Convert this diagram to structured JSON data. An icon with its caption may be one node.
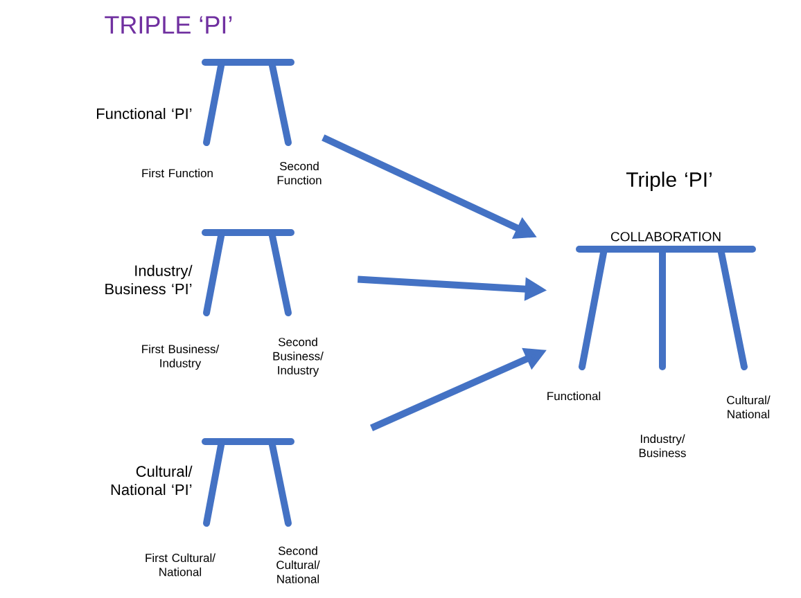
{
  "diagram": {
    "title": "TRIPLE ‘PI’",
    "nodes": [
      {
        "text": [],
        "shape": "stool",
        "beside": [
          "Functional ‘PI’",
          "First Function",
          "Second Function"
        ]
      },
      {
        "text": [],
        "shape": "stool",
        "beside": [
          "Industry/ Business ‘PI’",
          "First Business/ Industry",
          "Second Business/ Industry"
        ]
      },
      {
        "text": [],
        "shape": "stool",
        "beside": [
          "Cultural/ National ‘PI’",
          "First Cultural/ National",
          "Second Cultural/ National"
        ]
      },
      {
        "text": [
          "COLLABORATION"
        ],
        "beside": [
          "Triple ‘PI’",
          "Functional",
          "Industry/ Business",
          "Cultural/ National"
        ]
      }
    ],
    "edges": [
      {
        "from": 0,
        "to": 3,
        "arrow": "to"
      },
      {
        "from": 1,
        "to": 3,
        "arrow": "to"
      },
      {
        "from": 2,
        "to": 3,
        "arrow": "to"
      }
    ]
  }
}
